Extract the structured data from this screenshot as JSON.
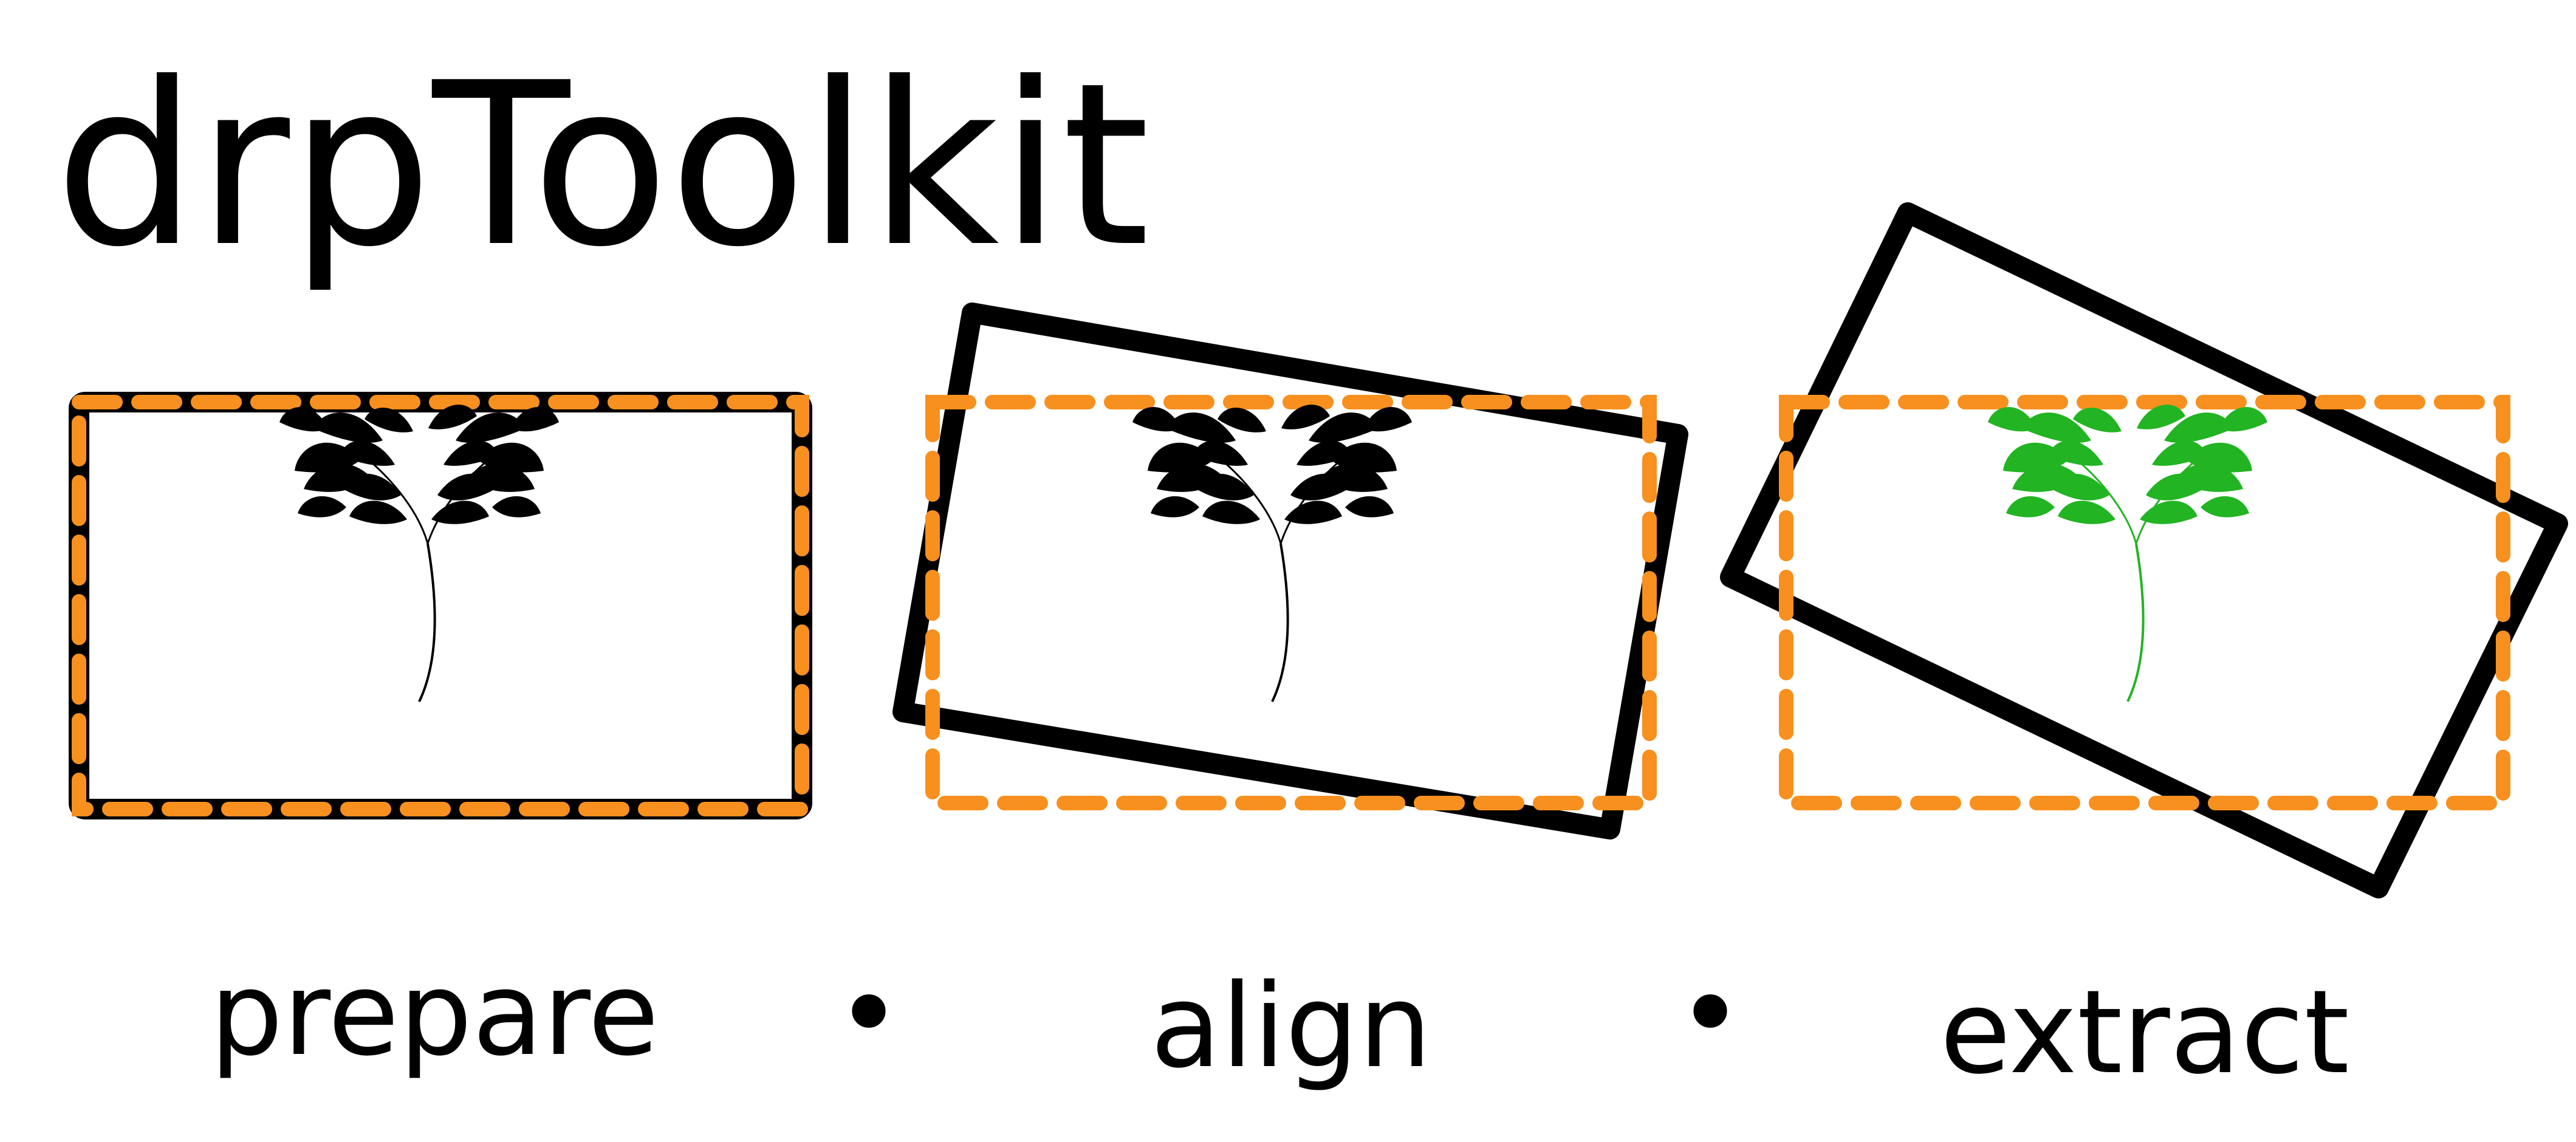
{
  "title": "drpToolkit",
  "steps": [
    {
      "label": "prepare"
    },
    {
      "label": "align"
    },
    {
      "label": "extract"
    }
  ],
  "separator": "•",
  "icons": {
    "frame": "photo-frame-icon",
    "crop": "crop-outline-icon",
    "plant": "plant-icon"
  },
  "colors": {
    "frame": "#000000",
    "crop": "#f7901e",
    "plant_default": "#000000",
    "plant_extracted": "#22b422",
    "background": "#ffffff"
  }
}
